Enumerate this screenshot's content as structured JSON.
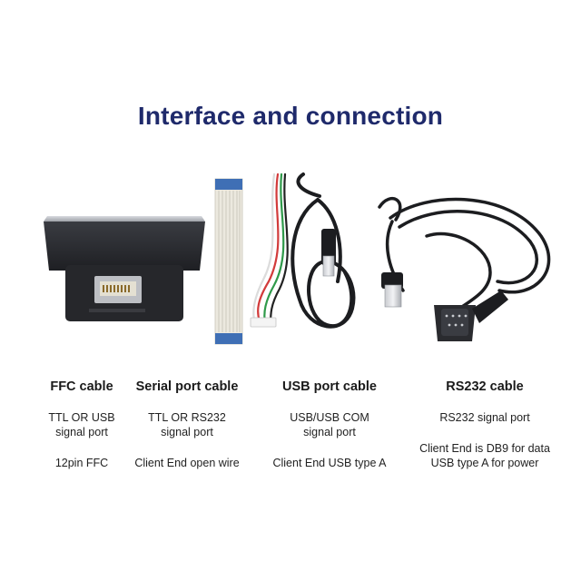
{
  "title": "Interface and connection",
  "cables": [
    {
      "name": "FFC cable",
      "desc1": [
        "TTL OR USB",
        "signal port"
      ],
      "desc2": [
        "12pin FFC"
      ]
    },
    {
      "name": "Serial port cable",
      "desc1": [
        "TTL OR RS232",
        "signal port"
      ],
      "desc2": [
        "Client End open wire"
      ]
    },
    {
      "name": "USB port cable",
      "desc1": [
        "USB/USB COM",
        "signal port"
      ],
      "desc2": [
        "Client End USB type A"
      ]
    },
    {
      "name": "RS232 cable",
      "desc1": [
        "RS232 signal port"
      ],
      "desc2": [
        "Client End is DB9 for data",
        "USB type A for power"
      ]
    }
  ],
  "colors": {
    "title": "#1f2a6b",
    "device_body": "#2b2d33",
    "cable_black": "#1c1d20",
    "ffc_tape": "#e9e6dc",
    "ffc_blue": "#3f6fb5"
  }
}
